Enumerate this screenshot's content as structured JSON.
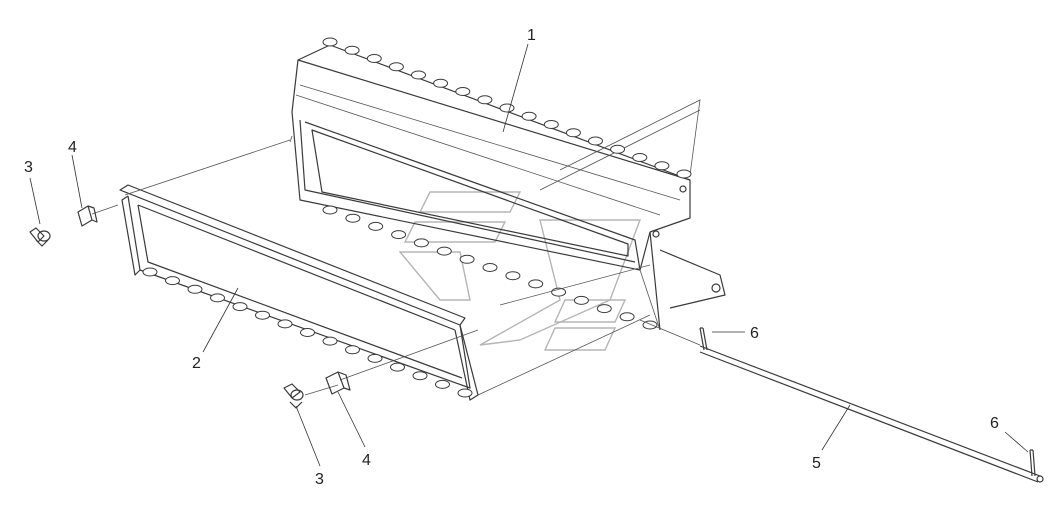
{
  "callouts": [
    {
      "id": "c1",
      "text": "1"
    },
    {
      "id": "c2",
      "text": "2"
    },
    {
      "id": "c3a",
      "text": "3"
    },
    {
      "id": "c3b",
      "text": "3"
    },
    {
      "id": "c4a",
      "text": "4"
    },
    {
      "id": "c4b",
      "text": "4"
    },
    {
      "id": "c5",
      "text": "5"
    },
    {
      "id": "c6a",
      "text": "6"
    },
    {
      "id": "c6b",
      "text": "6"
    }
  ]
}
